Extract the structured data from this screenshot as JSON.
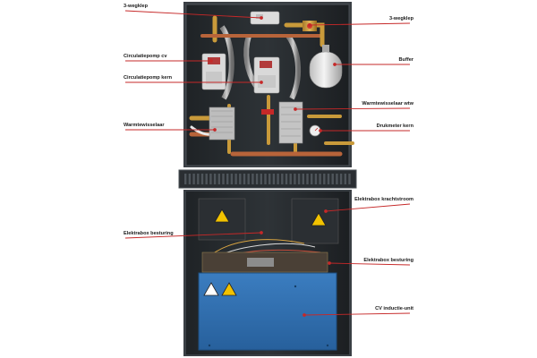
{
  "labels": {
    "driewegklep_left": "3-wegklep",
    "circulatiepomp_cv": "Circulatiepomp cv",
    "circulatiepomp_kern": "Circulatiepomp kern",
    "warmtewisselaar": "Warmtewisselaar",
    "elektrabox_besturing_left": "Elektrabox besturing",
    "driewegklep_right": "3-wegklep",
    "buffer": "Buffer",
    "warmtewisselaar_tap": "Warmtewisselaar wtw",
    "drukmeter_kern": "Drukmeter kern",
    "elektrabox_krachtstroom": "Elektrabox krachtstroom",
    "elektrabox_besturing_right": "Elektrabox besturing",
    "cv_inductie_unit": "CV inductie-unit"
  },
  "colors": {
    "leader_line": "#c62828",
    "cabinet": "#2b2f33",
    "cabinet_edge": "#4a4f55",
    "induction_unit": "#2f6fb0",
    "brass": "#c99a3a",
    "copper": "#b8643a",
    "warning_yellow": "#f2c200",
    "buffer_tank": "#e8e8e8",
    "flexible_hose": "#9a9a9a"
  }
}
